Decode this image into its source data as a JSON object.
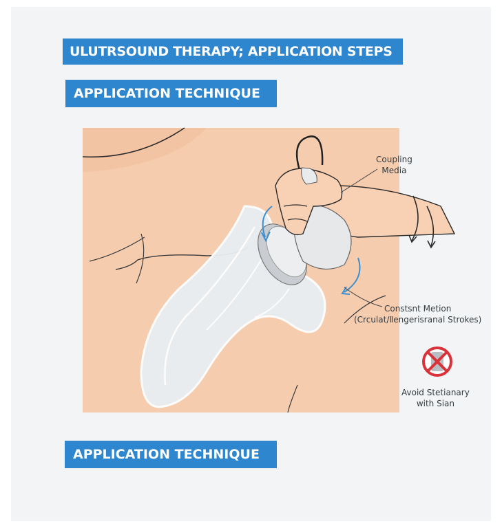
{
  "banners": {
    "main_title": "ULUTRSOUND THERAPY; APPLICATION STEPS",
    "section_title": "APPLICATION TECHNIQUE",
    "bottom_title": "APPLICATION TECHNIQUE"
  },
  "callouts": {
    "coupling_line1": "Coupling",
    "coupling_line2": "Media",
    "motion_line1": "Constsnt Metion",
    "motion_line2": "(Crculat/Ⅱengerisranal Strokes)",
    "avoid_line1": "Avoid Stetianary",
    "avoid_line2": "with Sian"
  },
  "icons": {
    "warning": "no-stationary-icon",
    "motion_arrows": "rotation-arrow-icon"
  },
  "colors": {
    "banner": "#2e86cf",
    "skin": "#f6ccaf",
    "gel": "#e8eef3",
    "probe": "#e4e6e8",
    "warning_red": "#d9323a",
    "arrow_blue": "#3b8fd0"
  }
}
